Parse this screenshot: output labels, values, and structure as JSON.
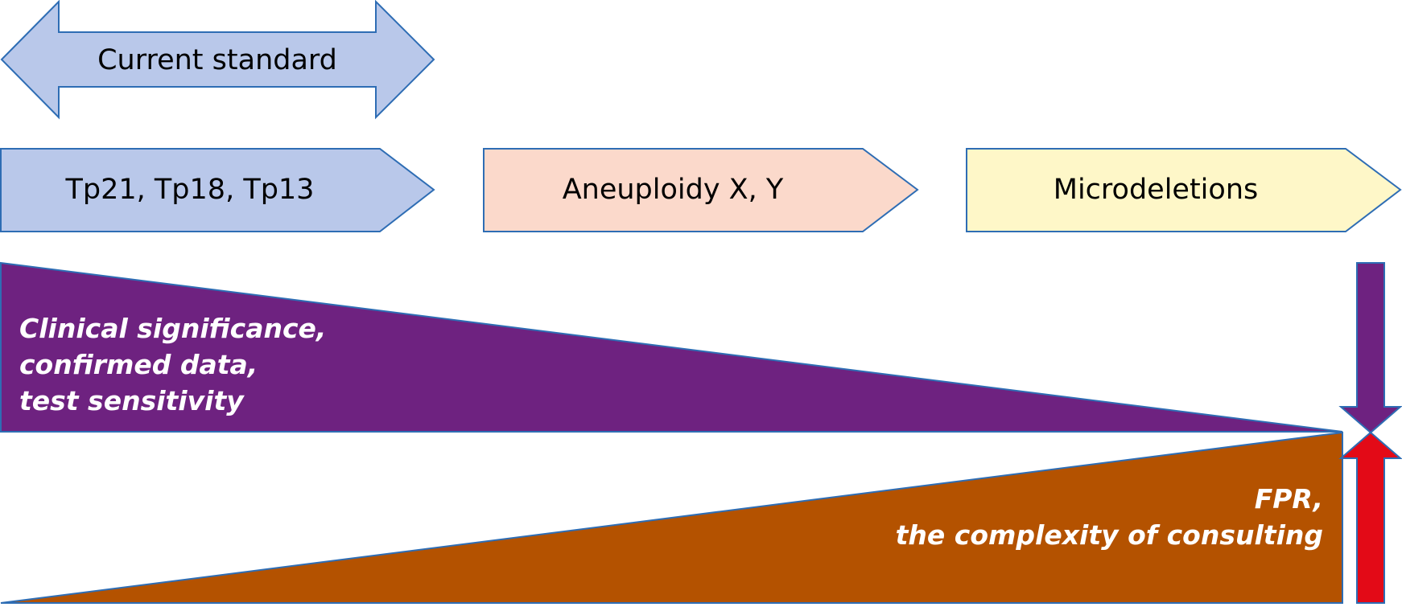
{
  "diagram": {
    "current_standard": {
      "label": "Current standard",
      "color": "#B9C8EA"
    },
    "stages": [
      {
        "label": "Tp21, Tp18, Tp13",
        "color": "#B9C8EA"
      },
      {
        "label": "Aneuploidy X, Y",
        "color": "#FBD9CB"
      },
      {
        "label": "Microdeletions",
        "color": "#FEF7C8"
      }
    ],
    "decreasing_wedge": {
      "lines": [
        "Clinical significance,",
        "confirmed data,",
        "test sensitivity"
      ],
      "color": "#6E2280"
    },
    "increasing_wedge": {
      "lines": [
        "FPR,",
        "the complexity of consulting"
      ],
      "color": "#B45200"
    },
    "down_arrow_color": "#6E2280",
    "up_arrow_color": "#E30A17",
    "outline_color": "#2E6DB4"
  }
}
